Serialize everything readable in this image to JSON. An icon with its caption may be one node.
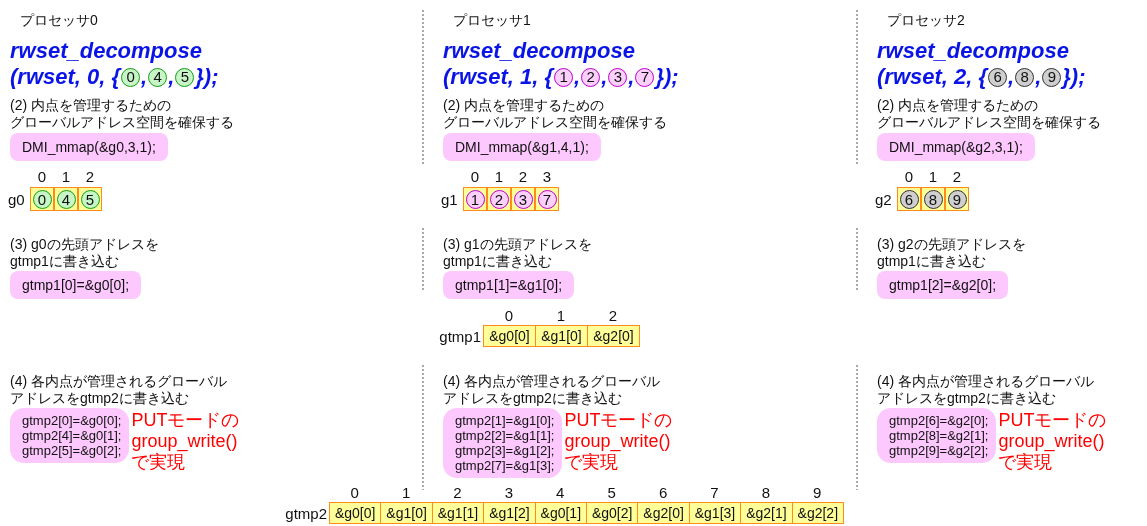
{
  "diagram": {
    "nodes": [
      {
        "text": [
          "0"
        ]
      },
      {
        "text": [
          "4"
        ]
      },
      {
        "text": [
          "5"
        ]
      },
      {
        "text": [
          "DMI_mmap(&g0,3,1);"
        ]
      },
      {
        "text": [
          "0"
        ]
      },
      {
        "text": [
          "4"
        ]
      },
      {
        "text": [
          "5"
        ]
      },
      {
        "text": [
          "gtmp1[0]=&g0[0];"
        ]
      },
      {
        "text": [
          "gtmp2[0]=&g0[0];",
          "gtmp2[4]=&g0[1];",
          "gtmp2[5]=&g0[2];"
        ],
        "beside": [
          "PUTモードの",
          "group_write()",
          "で実現"
        ]
      },
      {
        "text": [
          "1"
        ]
      },
      {
        "text": [
          "2"
        ]
      },
      {
        "text": [
          "3"
        ]
      },
      {
        "text": [
          "7"
        ]
      },
      {
        "text": [
          "DMI_mmap(&g1,4,1);"
        ]
      },
      {
        "text": [
          "1"
        ]
      },
      {
        "text": [
          "2"
        ]
      },
      {
        "text": [
          "3"
        ]
      },
      {
        "text": [
          "7"
        ]
      },
      {
        "text": [
          "gtmp1[1]=&g1[0];"
        ]
      },
      {
        "text": [
          "gtmp2[1]=&g1[0];",
          "gtmp2[2]=&g1[1];",
          "gtmp2[3]=&g1[2];",
          "gtmp2[7]=&g1[3];"
        ],
        "beside": [
          "PUTモードの",
          "group_write()",
          "で実現"
        ]
      },
      {
        "text": [
          "6"
        ]
      },
      {
        "text": [
          "8"
        ]
      },
      {
        "text": [
          "9"
        ]
      },
      {
        "text": [
          "DMI_mmap(&g2,3,1);"
        ]
      },
      {
        "text": [
          "6"
        ]
      },
      {
        "text": [
          "8"
        ]
      },
      {
        "text": [
          "9"
        ]
      },
      {
        "text": [
          "gtmp1[2]=&g2[0];"
        ]
      },
      {
        "text": [
          "gtmp2[6]=&g2[0];",
          "gtmp2[8]=&g2[1];",
          "gtmp2[9]=&g2[2];"
        ],
        "beside": [
          "PUTモードの",
          "group_write()",
          "で実現"
        ]
      },
      {
        "text": [
          "&g0[0]"
        ]
      },
      {
        "text": [
          "&g1[0]"
        ]
      },
      {
        "text": [
          "&g2[0]"
        ]
      },
      {
        "text": [
          "&g0[0]"
        ]
      },
      {
        "text": [
          "&g1[0]"
        ]
      },
      {
        "text": [
          "&g1[1]"
        ]
      },
      {
        "text": [
          "&g1[2]"
        ]
      },
      {
        "text": [
          "&g0[1]"
        ]
      },
      {
        "text": [
          "&g0[2]"
        ]
      },
      {
        "text": [
          "&g2[0]"
        ]
      },
      {
        "text": [
          "&g1[3]"
        ]
      },
      {
        "text": [
          "&g2[1]"
        ]
      },
      {
        "text": [
          "&g2[2]"
        ]
      }
    ],
    "labels": [
      "プロセッサ0",
      "rwset_decompose",
      "(rwset, 0, {",
      ",",
      ",",
      "});",
      "(2) 内点を管理するための",
      "グローバルアドレス空間を確保する",
      "0",
      "1",
      "2",
      "g0",
      "(3) g0の先頭アドレスを",
      "gtmp1に書き込む",
      "(4) 各内点が管理されるグローバル",
      "アドレスをgtmp2に書き込む",
      "プロセッサ1",
      "rwset_decompose",
      "(rwset, 1, {",
      ",",
      ",",
      ",",
      "});",
      "(2) 内点を管理するための",
      "グローバルアドレス空間を確保する",
      "0",
      "1",
      "2",
      "3",
      "g1",
      "(3) g1の先頭アドレスを",
      "gtmp1に書き込む",
      "(4) 各内点が管理されるグローバル",
      "アドレスをgtmp2に書き込む",
      "プロセッサ2",
      "rwset_decompose",
      "(rwset, 2, {",
      ",",
      ",",
      "});",
      "(2) 内点を管理するための",
      "グローバルアドレス空間を確保する",
      "0",
      "1",
      "2",
      "g2",
      "(3) g2の先頭アドレスを",
      "gtmp1に書き込む",
      "(4) 各内点が管理されるグローバル",
      "アドレスをgtmp2に書き込む",
      "0",
      "1",
      "2",
      "gtmp1",
      "0",
      "1",
      "2",
      "3",
      "4",
      "5",
      "6",
      "7",
      "8",
      "9",
      "gtmp2"
    ]
  }
}
